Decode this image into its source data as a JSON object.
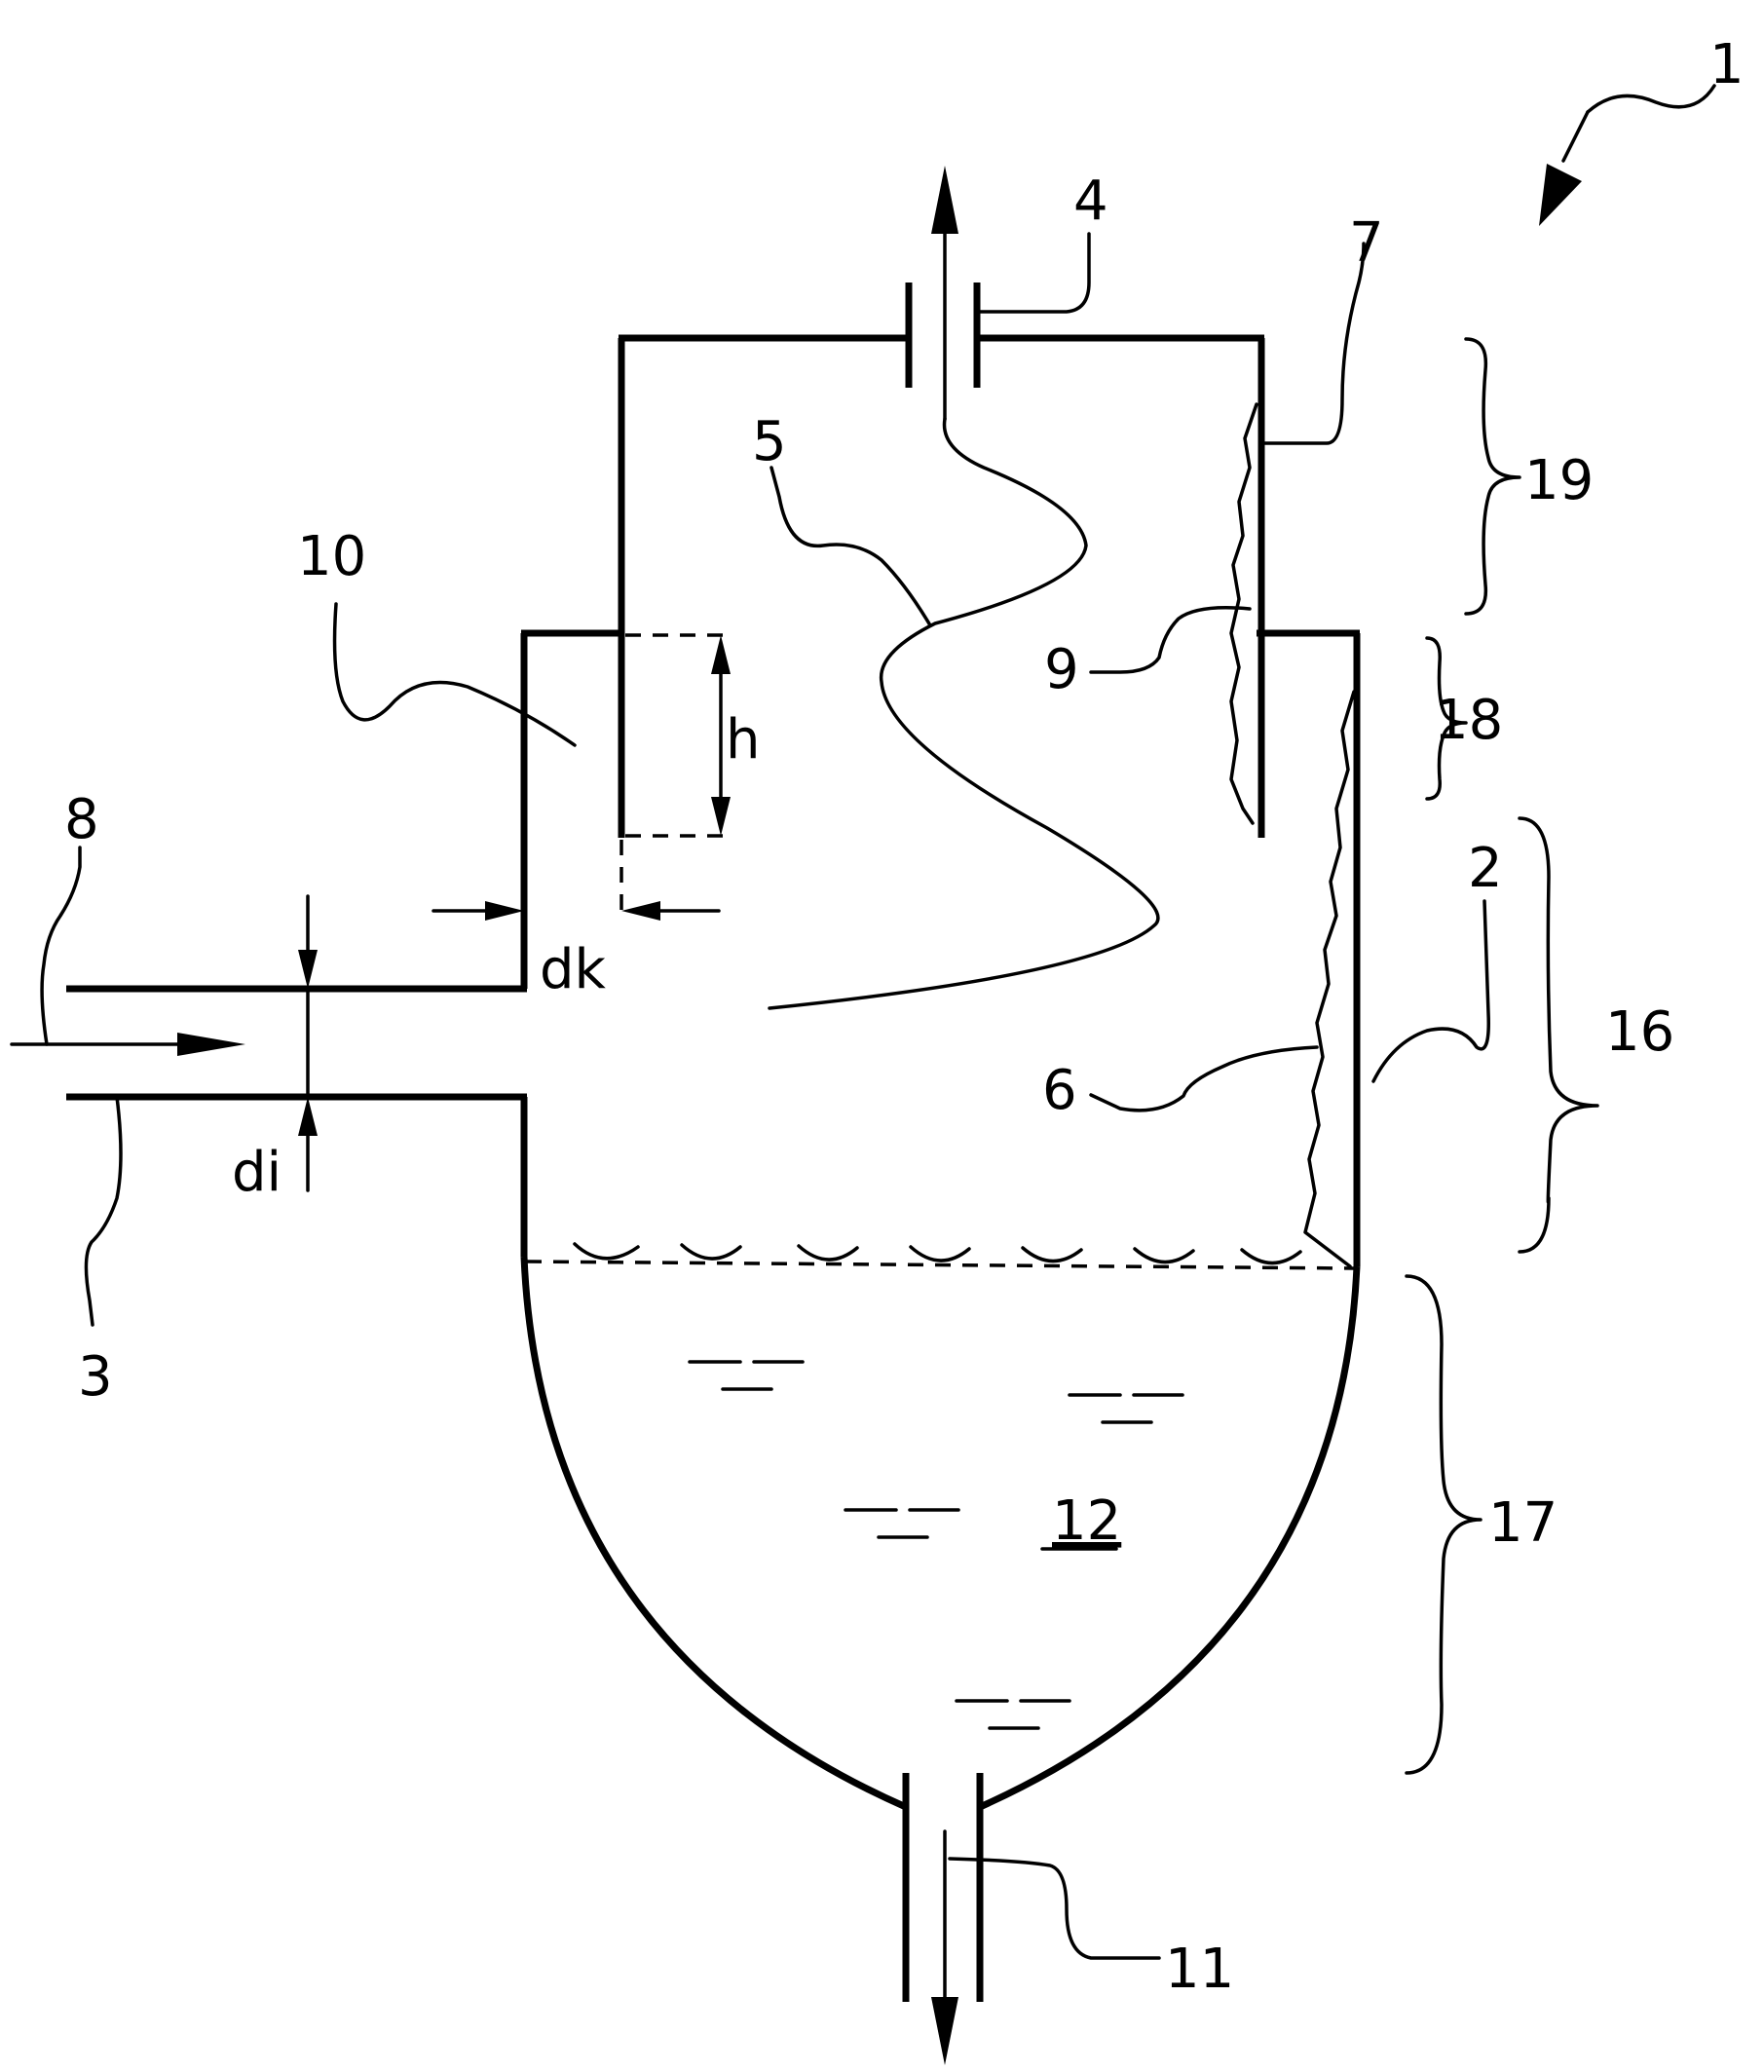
{
  "labels": {
    "l1": "1",
    "l2": "2",
    "l3": "3",
    "l4": "4",
    "l5": "5",
    "l6": "6",
    "l7": "7",
    "l8": "8",
    "l9": "9",
    "l10": "10",
    "l11": "11",
    "l12": "12",
    "l16": "16",
    "l17": "17",
    "l18": "18",
    "l19": "19",
    "dim_h": "h",
    "dim_dk": "dk",
    "dim_di": "di"
  }
}
